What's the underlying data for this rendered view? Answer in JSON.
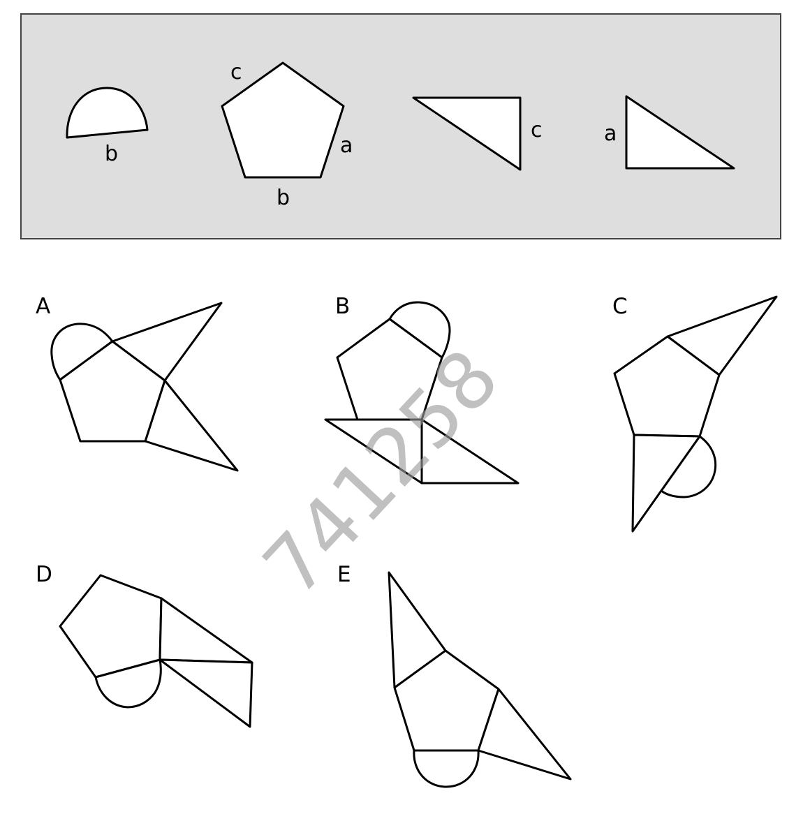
{
  "palette": {
    "panel_fill": "#dedede",
    "panel_stroke": "#444444",
    "line": "#000000",
    "watermark": "#9a9a9a"
  },
  "given_pieces": {
    "semicircle": {
      "label": "b"
    },
    "pentagon": {
      "labels": {
        "c": "c",
        "a": "a",
        "b": "b"
      }
    },
    "triangle_1": {
      "label": "c"
    },
    "triangle_2": {
      "label": "a"
    }
  },
  "options": [
    {
      "key": "A",
      "label": "A"
    },
    {
      "key": "B",
      "label": "B"
    },
    {
      "key": "C",
      "label": "C"
    },
    {
      "key": "D",
      "label": "D"
    },
    {
      "key": "E",
      "label": "E"
    }
  ],
  "watermark": "741258"
}
